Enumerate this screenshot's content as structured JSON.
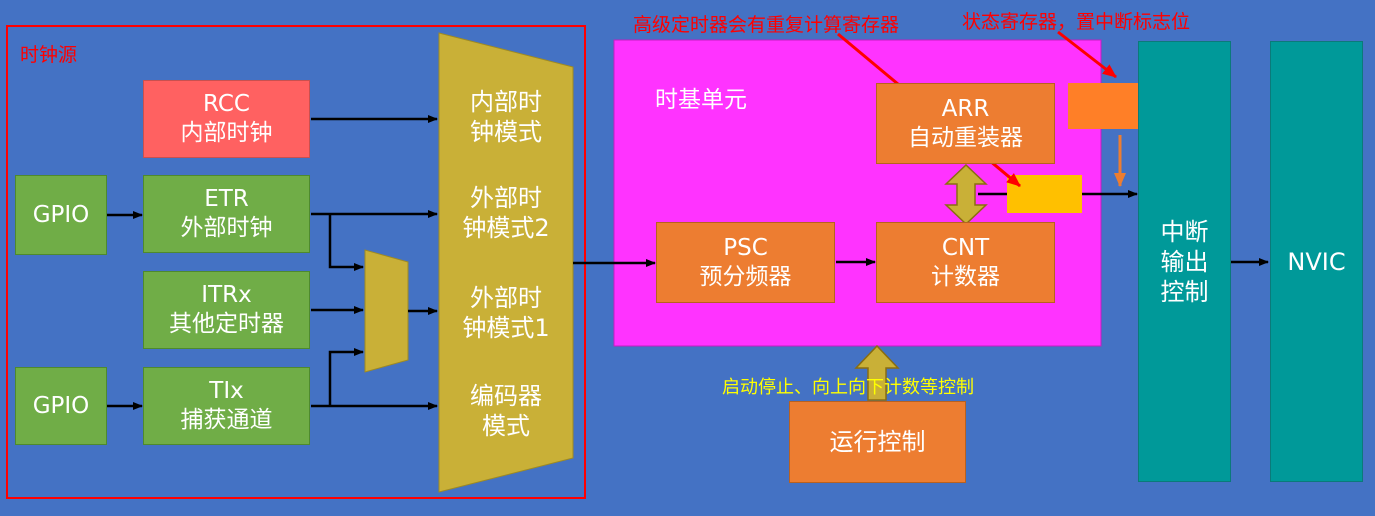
{
  "clock_source": {
    "label": "时钟源"
  },
  "gpio1": {
    "label": "GPIO"
  },
  "gpio2": {
    "label": "GPIO"
  },
  "rcc": {
    "line1": "RCC",
    "line2": "内部时钟"
  },
  "etr": {
    "line1": "ETR",
    "line2": "外部时钟"
  },
  "itrx": {
    "line1": "ITRx",
    "line2": "其他定时器"
  },
  "tix": {
    "line1": "TIx",
    "line2": "捕获通道"
  },
  "mode_select": {
    "internal": {
      "line1": "内部时",
      "line2": "钟模式"
    },
    "external2": {
      "line1": "外部时",
      "line2": "钟模式2"
    },
    "external1": {
      "line1": "外部时",
      "line2": "钟模式1"
    },
    "encoder": {
      "line1": "编码器",
      "line2": "模式"
    }
  },
  "time_base": {
    "label": "时基单元"
  },
  "arr": {
    "line1": "ARR",
    "line2": "自动重装器"
  },
  "psc": {
    "line1": "PSC",
    "line2": "预分频器"
  },
  "cnt": {
    "line1": "CNT",
    "line2": "计数器"
  },
  "annotations": {
    "advanced_timer": "高级定时器会有重复计算寄存器",
    "status_register": "状态寄存器，置中断标志位",
    "run_control_hint": "启动停止、向上向下计数等控制"
  },
  "run_control": {
    "label": "运行控制"
  },
  "interrupt_output": {
    "line1": "中断",
    "line2": "输出",
    "line3": "控制"
  },
  "nvic": {
    "label": "NVIC"
  },
  "colors": {
    "background": "#4472c4",
    "green": "#70ad47",
    "red_box": "#ff6161",
    "mux": "#c9b037",
    "orange": "#ed7d31",
    "magenta": "#ff33ff",
    "teal": "#009999",
    "yellow": "#ffc000",
    "red_annotation": "#ff0000",
    "yellow_text": "#ffff00"
  }
}
